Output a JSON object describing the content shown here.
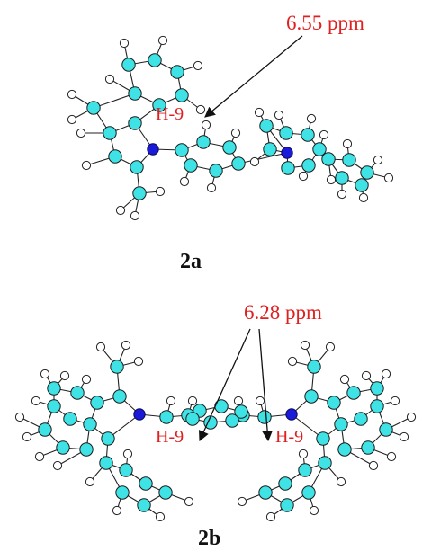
{
  "panels": [
    {
      "id": "2a",
      "label": "2a",
      "shift_label": "6.55  ppm",
      "h9_labels": [
        "H-9"
      ]
    },
    {
      "id": "2b",
      "label": "2b",
      "shift_label": "6.28  ppm",
      "h9_labels": [
        "H-9",
        "H-9"
      ]
    }
  ],
  "colors": {
    "annotation": "#e02020",
    "carbon": "#3fe3e6",
    "nitrogen": "#1a1ad8",
    "hydrogen": "#ffffff"
  }
}
